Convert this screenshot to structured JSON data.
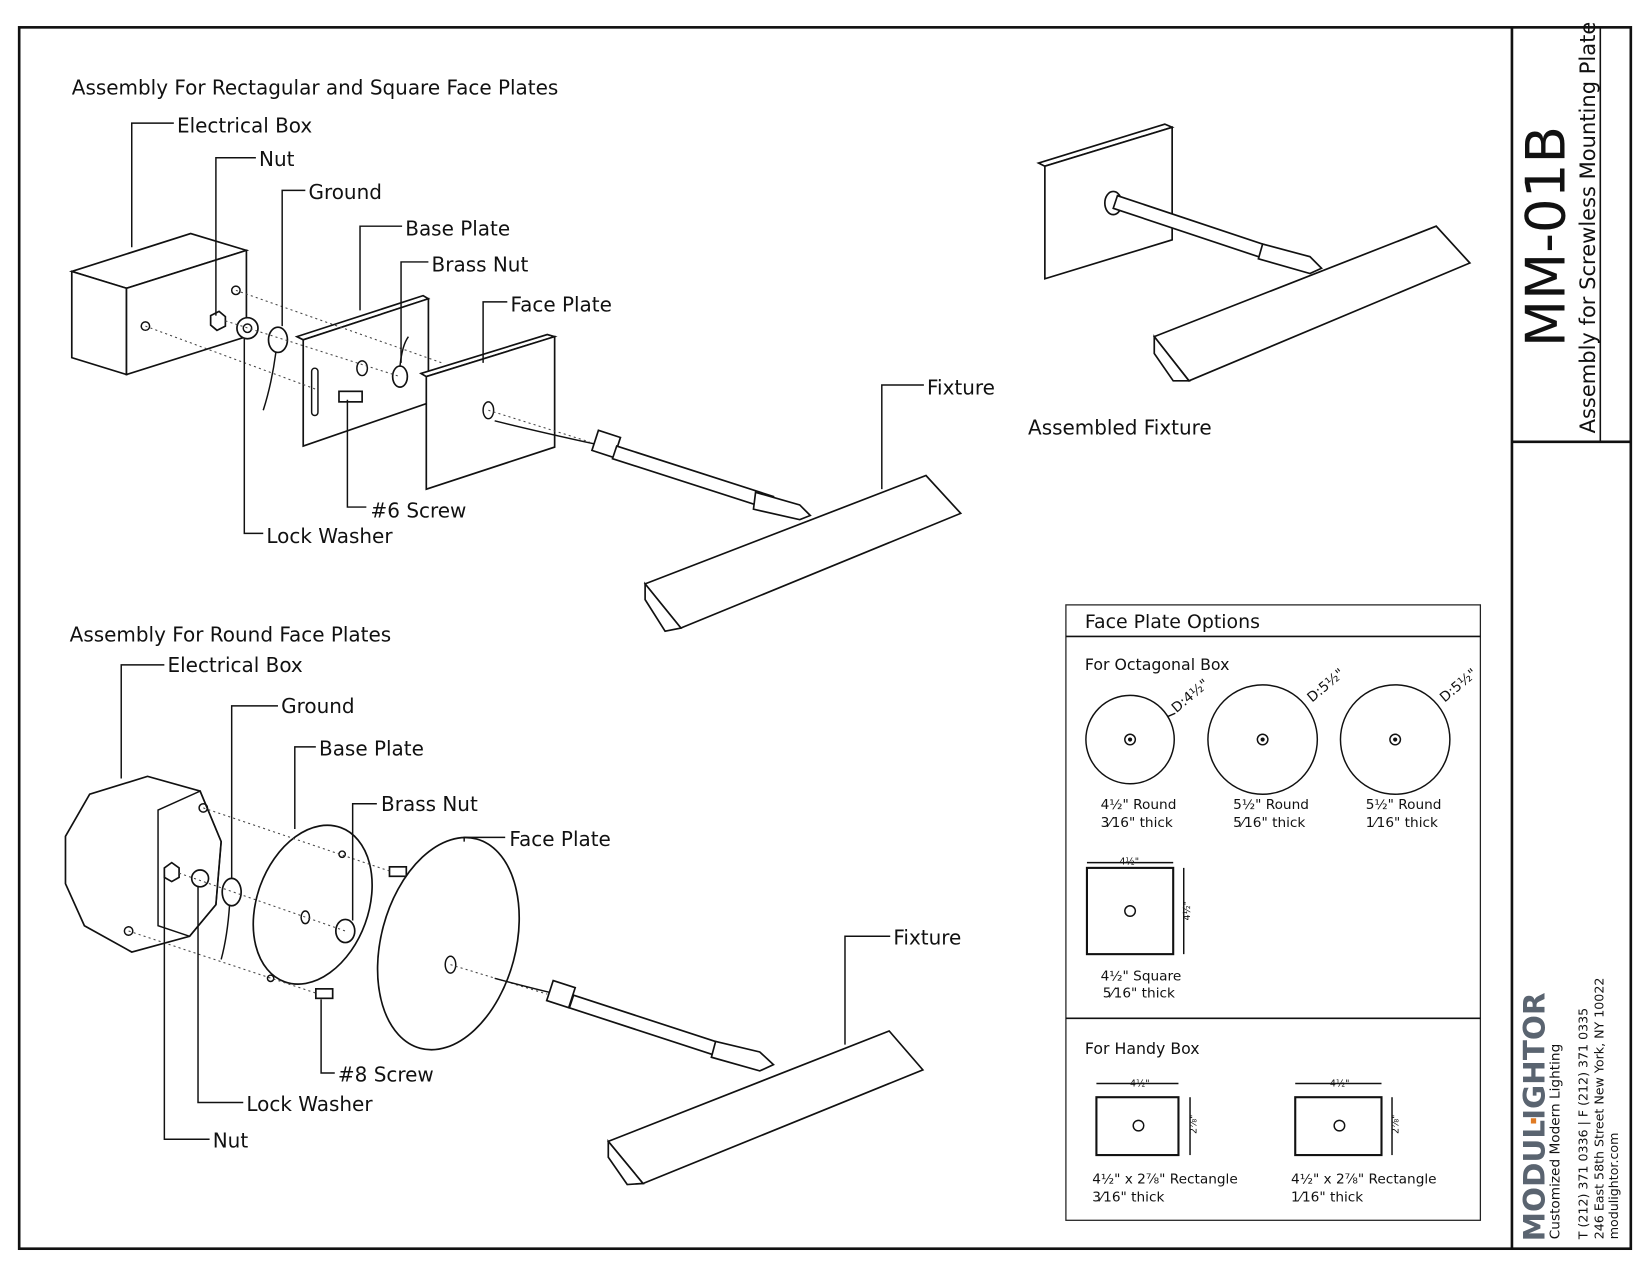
{
  "drawing": {
    "number": "MM-01B",
    "title": "Assembly for Screwless Mounting Plate"
  },
  "rect_assembly": {
    "heading": "Assembly For Rectagular and Square Face Plates",
    "labels": [
      "Electrical Box",
      "Nut",
      "Ground",
      "Base Plate",
      "Brass Nut",
      "Face Plate",
      "Fixture",
      "#6 Screw",
      "Lock Washer"
    ]
  },
  "assembled": {
    "label": "Assembled Fixture"
  },
  "round_assembly": {
    "heading": "Assembly For Round Face Plates",
    "labels": [
      "Electrical Box",
      "Ground",
      "Base Plate",
      "Brass Nut",
      "Face Plate",
      "Fixture",
      "#8 Screw",
      "Lock Washer",
      "Nut"
    ]
  },
  "face_plate_options": {
    "title": "Face Plate Options",
    "octagonal": {
      "heading": "For Octagonal Box",
      "items": [
        {
          "dim": "D:4½\"",
          "name": "4½\" Round",
          "thick": "3⁄16\"  thick"
        },
        {
          "dim": "D:5½\"",
          "name": "5½\" Round",
          "thick": "5⁄16\"  thick"
        },
        {
          "dim": "D:5½\"",
          "name": "5½\" Round",
          "thick": "1⁄16\"  thick"
        },
        {
          "w": "4½\"",
          "h": "4½\"",
          "name": "4½\" Square",
          "thick": "5⁄16\" thick"
        }
      ]
    },
    "handy": {
      "heading": "For Handy Box",
      "items": [
        {
          "w": "4½\"",
          "h": "2⅞\"",
          "name": "4½\" x 2⅞\" Rectangle",
          "thick": "3⁄16\" thick"
        },
        {
          "w": "4½\"",
          "h": "2⅞\"",
          "name": "4½\" x 2⅞\" Rectangle",
          "thick": "1⁄16\" thick"
        }
      ]
    }
  },
  "company": {
    "logo": "MODULIGHTOR",
    "logo_accent": "#e07b24",
    "tagline": "Customized Modern Lighting",
    "phone": "T (212) 371 0336   |   F (212) 371 0335",
    "address": "246 East 58th Street    New York, NY 10022",
    "web": "modulightor.com"
  }
}
